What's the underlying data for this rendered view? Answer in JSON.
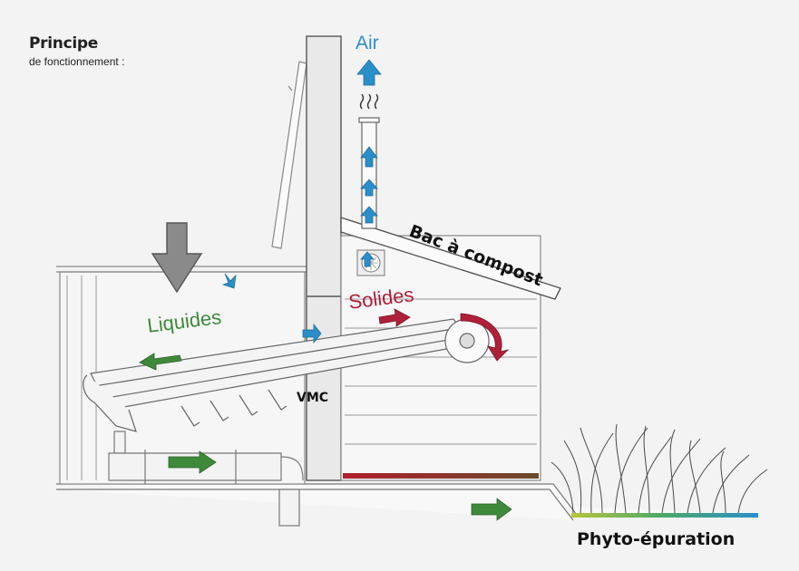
{
  "header": {
    "title": "Principe",
    "subtitle": "de fonctionnement :"
  },
  "labels": {
    "air": "Air",
    "liquides": "Liquides",
    "solides": "Solides",
    "vmc": "VMC",
    "bac": "Bac à compost",
    "phyto": "Phyto-épuration"
  },
  "colors": {
    "air": "#2a8fc9",
    "liquides": "#3e8a3a",
    "solides": "#b0203a",
    "gravity": "#8a8a8a",
    "outline": "#555555"
  }
}
